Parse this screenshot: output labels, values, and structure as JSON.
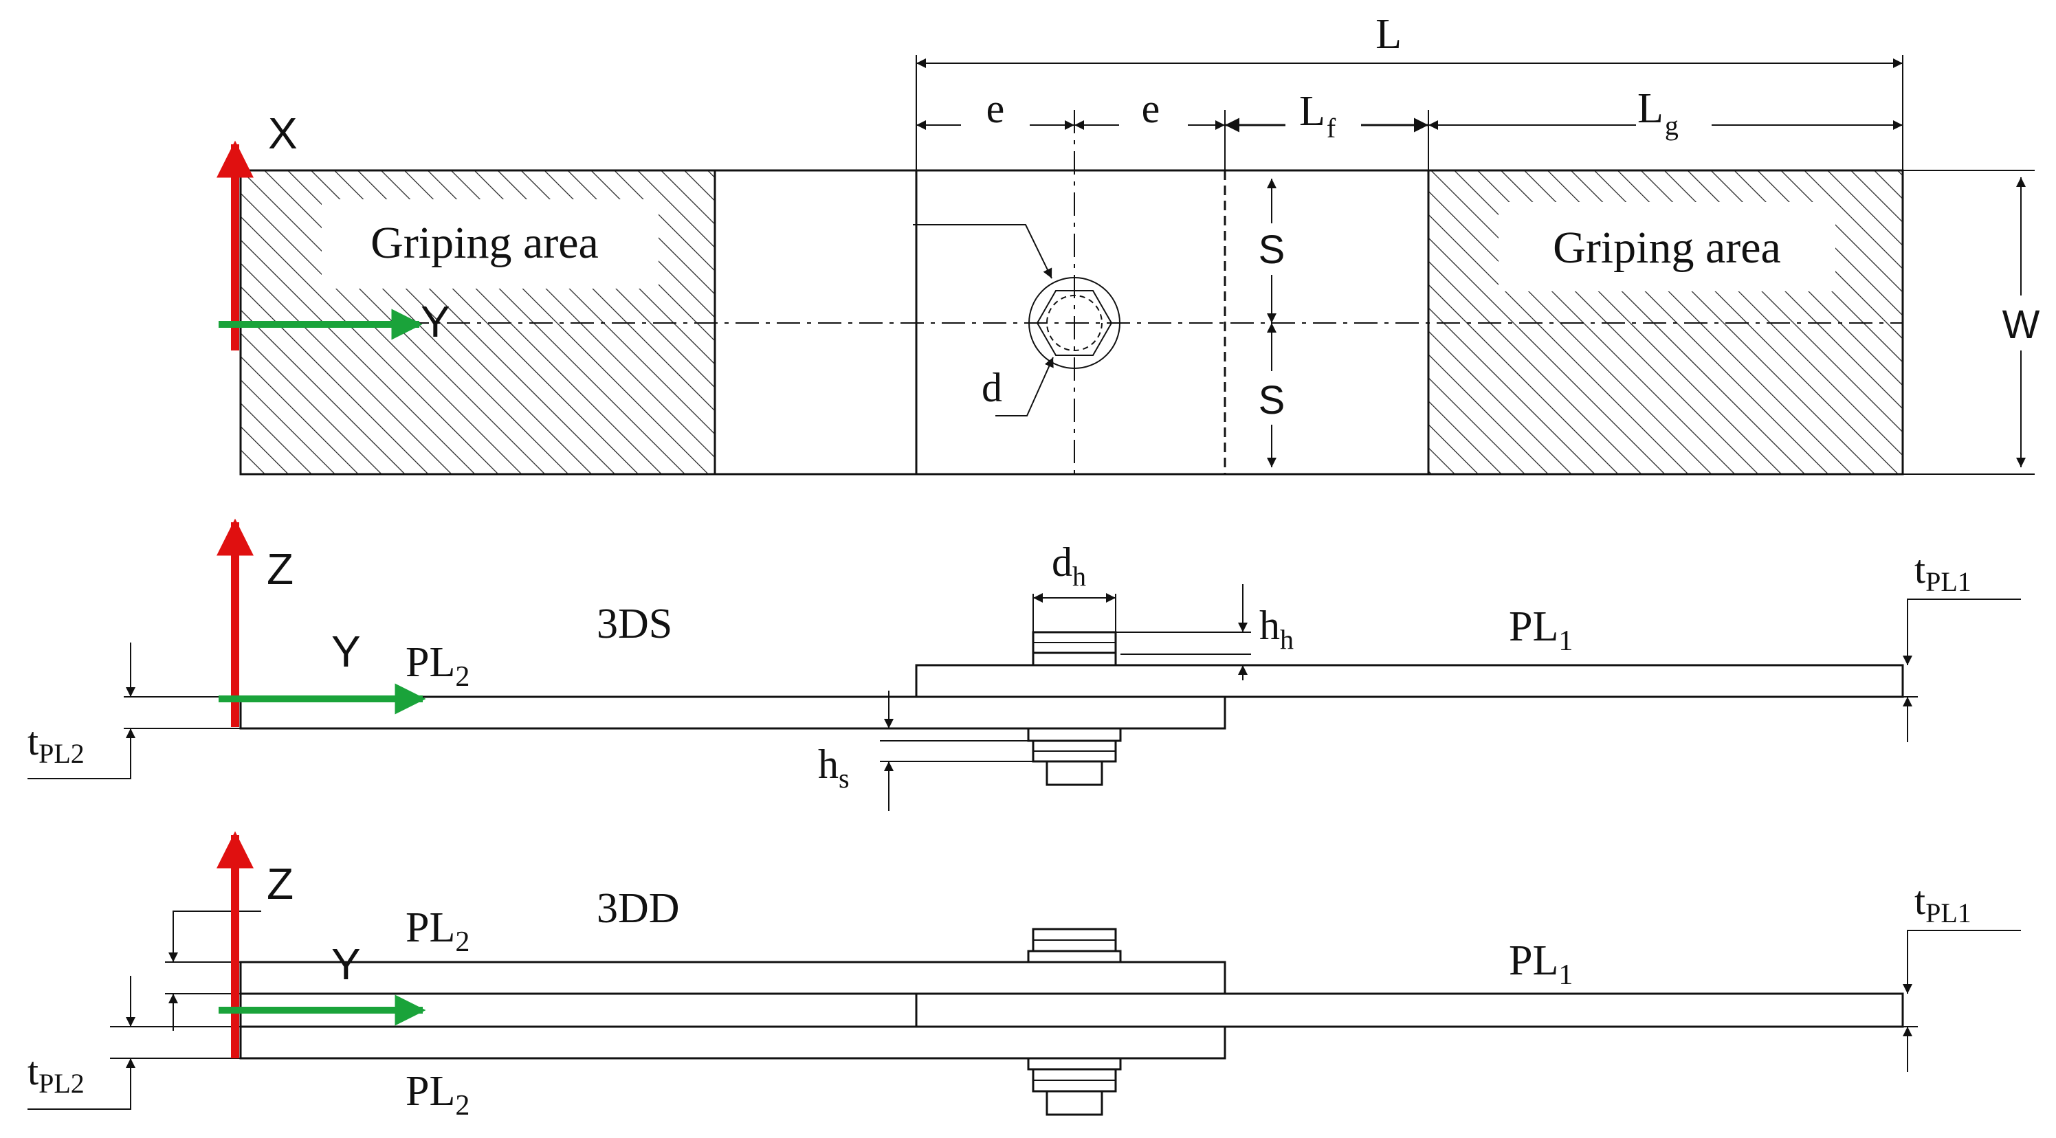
{
  "colors": {
    "x_axis": "#e01010",
    "z_axis": "#e01010",
    "y_axis": "#1aa33a",
    "line": "#111111",
    "background": "#ffffff"
  },
  "plan_view": {
    "axis_x": "X",
    "axis_y": "Y",
    "griping_area_left": "Griping area",
    "griping_area_right": "Griping area",
    "dims": {
      "L": "L",
      "e1": "e",
      "e2": "e",
      "Lf_main": "L",
      "Lf_sub": "f",
      "Lg_main": "L",
      "Lg_sub": "g",
      "S1": "S",
      "S2": "S",
      "W": "W",
      "d": "d"
    }
  },
  "section_3ds": {
    "title": "3DS",
    "axis_z": "Z",
    "axis_y": "Y",
    "plate_top_main": "PL",
    "plate_top_sub": "1",
    "plate_bottom_main": "PL",
    "plate_bottom_sub": "2",
    "dh_main": "d",
    "dh_sub": "h",
    "hh_main": "h",
    "hh_sub": "h",
    "hs_main": "h",
    "hs_sub": "s",
    "tpl1_main": "t",
    "tpl1_sub": "PL1",
    "tpl2_main": "t",
    "tpl2_sub": "PL2"
  },
  "section_3dd": {
    "title": "3DD",
    "axis_z": "Z",
    "axis_y": "Y",
    "plate_upper_main": "PL",
    "plate_upper_sub": "2",
    "plate_middle_main": "PL",
    "plate_middle_sub": "1",
    "plate_lower_main": "PL",
    "plate_lower_sub": "2",
    "tpl1_main": "t",
    "tpl1_sub": "PL1",
    "tpl2_main": "t",
    "tpl2_sub": "PL2"
  }
}
